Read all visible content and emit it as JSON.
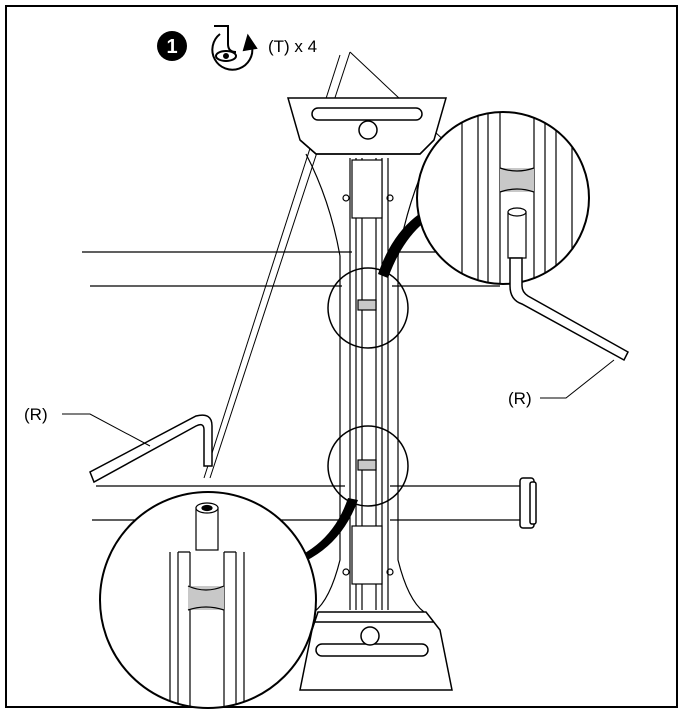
{
  "step": {
    "number": "1",
    "icon": "turn-clockwise-icon"
  },
  "labels": {
    "screw_callout": "(T) x 4",
    "wrench_right": "(R)",
    "wrench_left": "(R)"
  },
  "colors": {
    "line": "#000000",
    "highlight": "#c8c8c8",
    "background": "#ffffff"
  }
}
